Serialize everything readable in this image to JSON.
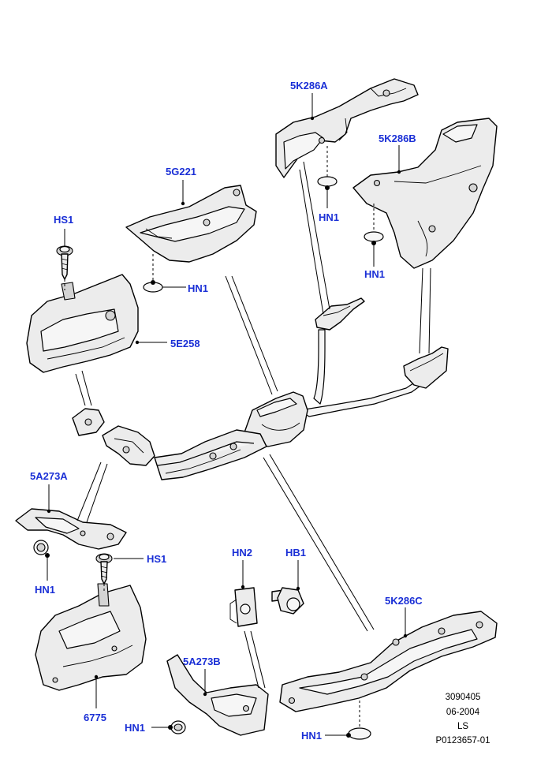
{
  "callouts": {
    "hs1_top": "HS1",
    "hs1_mid": "HS1",
    "hn1_5g221": "HN1",
    "hn1_5k286a": "HN1",
    "hn1_5k286b": "HN1",
    "hn1_5a273a": "HN1",
    "hn1_5a273b": "HN1",
    "hn1_5k286c": "HN1",
    "hn2": "HN2",
    "hb1": "HB1",
    "p_5k286a": "5K286A",
    "p_5k286b": "5K286B",
    "p_5g221": "5G221",
    "p_5e258": "5E258",
    "p_5a273a": "5A273A",
    "p_5a273b": "5A273B",
    "p_5k286c": "5K286C",
    "p_6775": "6775"
  },
  "meta": {
    "ref": "3090405",
    "date": "06-2004",
    "model": "LS",
    "part_no": "P0123657-01"
  },
  "colors": {
    "callout": "#1a2fd6",
    "line": "#000000",
    "part_fill": "#ececec"
  }
}
